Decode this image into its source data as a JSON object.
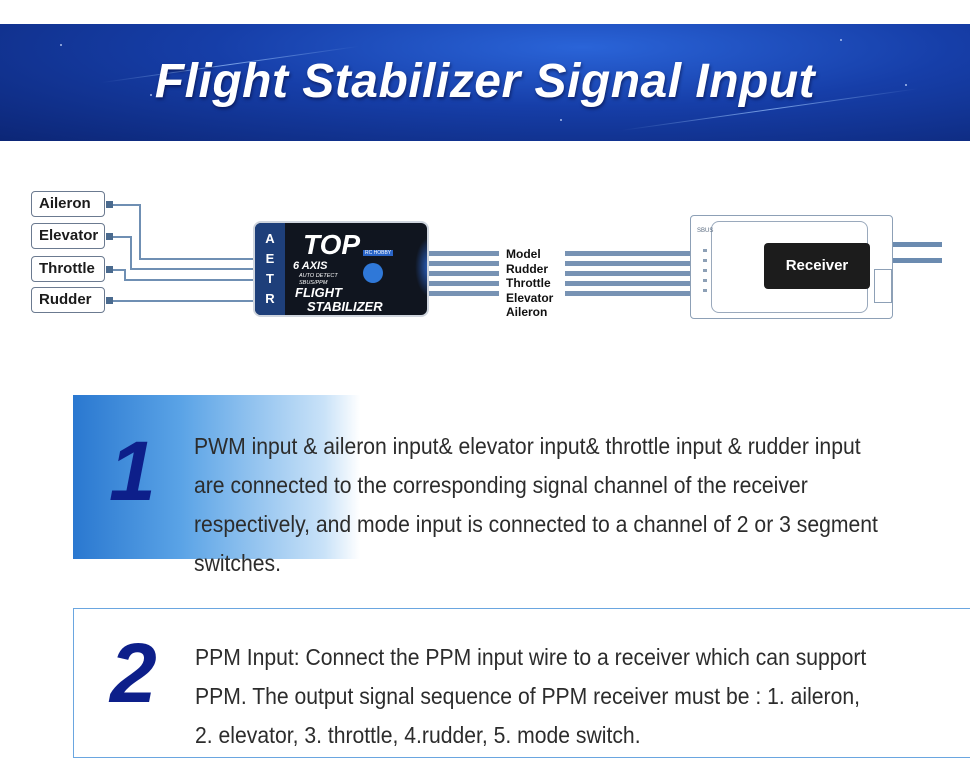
{
  "header": {
    "title": "Flight Stabilizer Signal Input"
  },
  "inputs": [
    "Aileron",
    "Elevator",
    "Throttle",
    "Rudder"
  ],
  "stabilizer": {
    "ports": [
      "A",
      "E",
      "T",
      "R"
    ],
    "brand": "TOP",
    "brand_sub": "RC HOBBY",
    "axis": "6 AXIS",
    "detect_line1": "AUTO DETECT",
    "detect_line2": "SBUS/PPM",
    "name_line1": "FLIGHT",
    "name_line2": "STABILIZER"
  },
  "channels": [
    "Model",
    "Rudder",
    "Throttle",
    "Elevator",
    "Aileron"
  ],
  "receiver": {
    "label": "Receiver",
    "marking": "SBUS"
  },
  "blocks": [
    {
      "number": "1",
      "text": "PWM input & aileron input& elevator input& throttle input & rudder input are connected to the corresponding signal channel of the receiver respectively, and mode input is connected to a channel of 2 or 3 segment switches."
    },
    {
      "number": "2",
      "text": "PPM Input: Connect the PPM input wire to a receiver which can support PPM. The output signal sequence of PPM receiver must be : 1. aileron, 2. elevator, 3. throttle, 4.rudder, 5. mode switch."
    }
  ],
  "colors": {
    "banner": "#163ea8",
    "number": "#0d1f8a",
    "accent": "#2a78d0"
  }
}
